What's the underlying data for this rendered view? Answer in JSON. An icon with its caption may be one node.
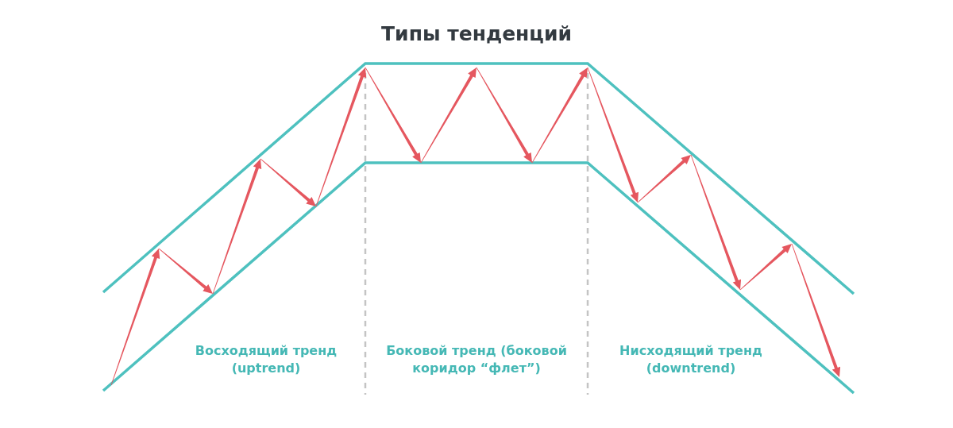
{
  "diagram": {
    "title": "Типы тенденций",
    "labels": [
      "Восходящий тренд (uptrend)",
      "Боковой тренд (боковой коридор “флет”)",
      "Нисходящий тренд (downtrend)"
    ]
  }
}
